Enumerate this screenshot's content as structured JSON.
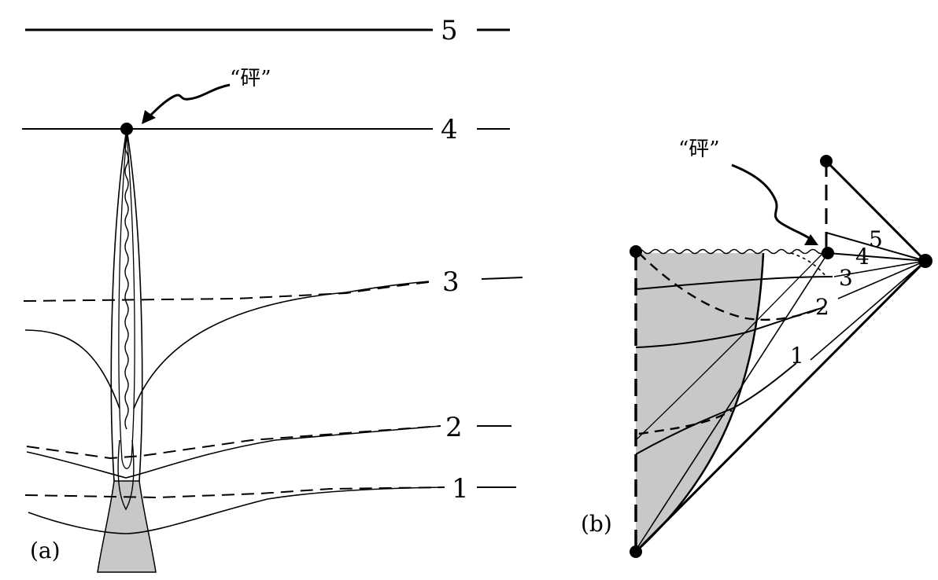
{
  "panel_a": {
    "label": "(a)",
    "annotation": "“砰”",
    "levels": [
      "1",
      "2",
      "3",
      "4",
      "5"
    ]
  },
  "panel_b": {
    "label": "(b)",
    "annotation": "“砰”",
    "levels": [
      "1",
      "2",
      "3",
      "4",
      "5"
    ]
  },
  "colors": {
    "ink": "#000000",
    "shade": "#c8c8c8",
    "background": "#ffffff"
  }
}
